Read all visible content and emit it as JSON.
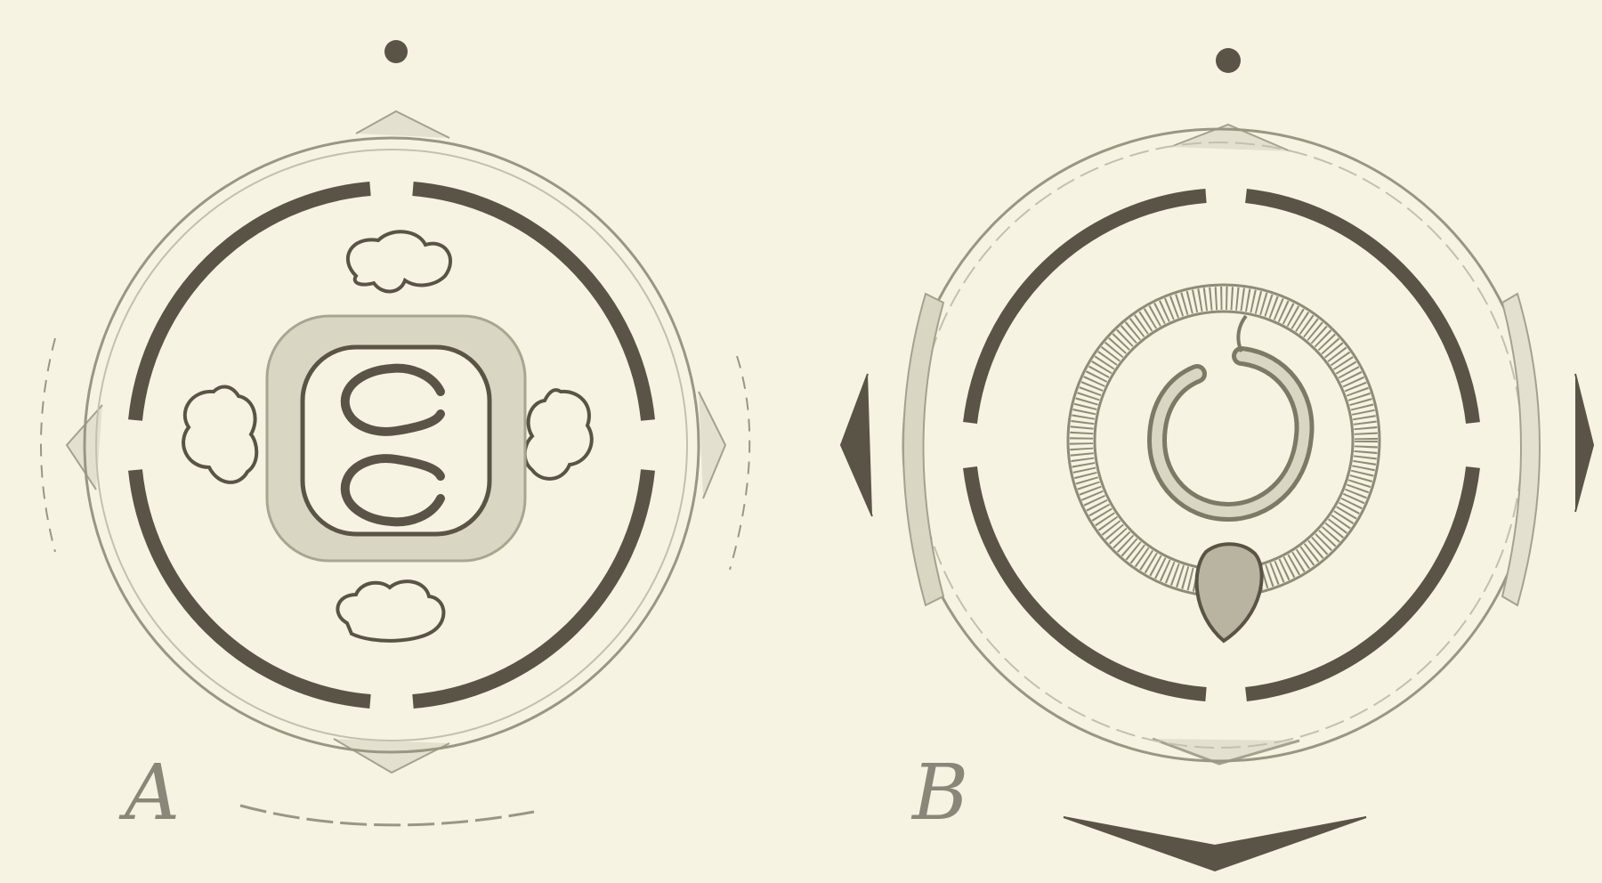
{
  "panels": [
    {
      "id": "A",
      "label": "A"
    },
    {
      "id": "B",
      "label": "B"
    }
  ],
  "colors": {
    "background": "#f6f3e2",
    "ink_dark": "#5a5446",
    "ink_light": "#9a9684",
    "shade": "#d9d6c3"
  }
}
